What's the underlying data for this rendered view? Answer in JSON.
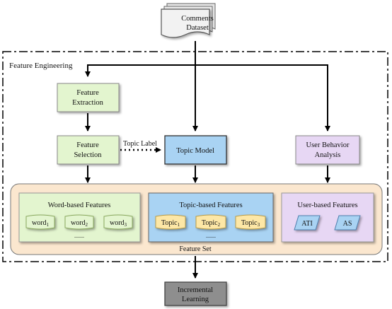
{
  "dataset": {
    "line1": "Comments",
    "line2": "Dataset"
  },
  "feature_engineering": {
    "title": "Feature Engineering"
  },
  "feature_extraction": {
    "line1": "Feature",
    "line2": "Extraction"
  },
  "feature_selection": {
    "line1": "Feature",
    "line2": "Selection"
  },
  "topic_label": "Topic Label",
  "topic_model": "Topic Model",
  "user_behavior": {
    "line1": "User Behavior",
    "line2": "Analysis"
  },
  "word_features": {
    "title": "Word-based Features",
    "items": [
      {
        "base": "word",
        "sub": "1"
      },
      {
        "base": "word",
        "sub": "2"
      },
      {
        "base": "word",
        "sub": "3"
      }
    ],
    "ellipsis": "......."
  },
  "topic_features": {
    "title": "Topic-based Features",
    "items": [
      {
        "base": "Topic",
        "sub": "1"
      },
      {
        "base": "Topic",
        "sub": "2"
      },
      {
        "base": "Topic",
        "sub": "3"
      }
    ],
    "ellipsis": "......."
  },
  "user_features": {
    "title": "User-based Features",
    "items": [
      "ATI",
      "AS"
    ]
  },
  "feature_set": "Feature Set",
  "incremental_learning": {
    "line1": "Incremental",
    "line2": "Learning"
  },
  "colors": {
    "green_fill": "#e3f5cf",
    "blue_fill": "#a9d3f3",
    "purple_fill": "#e7d7f4",
    "tan_fill": "#fbe7cf",
    "gray_fill": "#8e8e8e",
    "doc_fill": "#f2f2f2"
  }
}
